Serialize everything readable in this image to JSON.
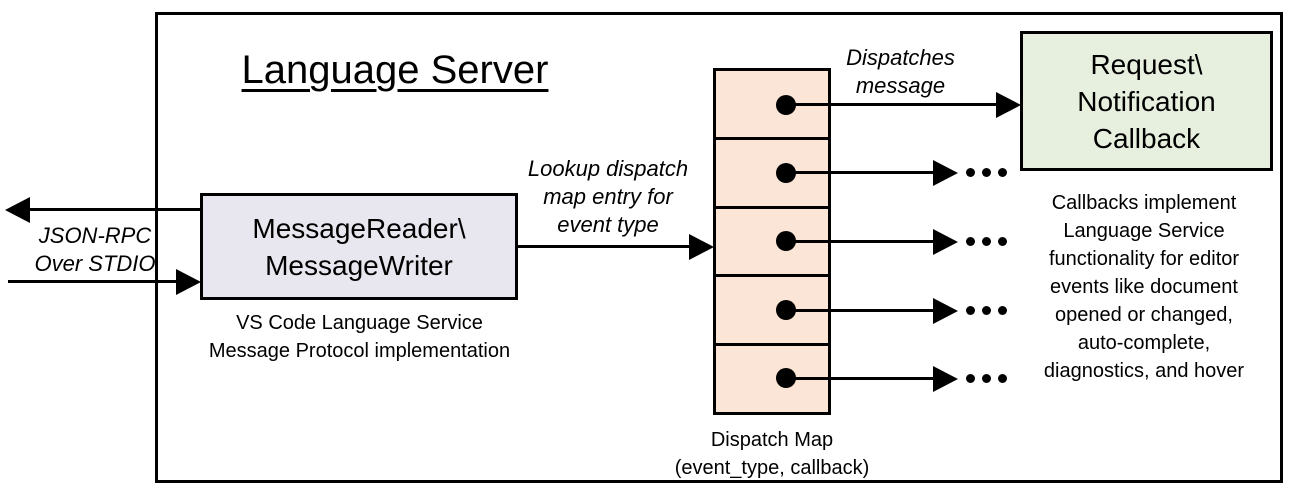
{
  "diagram": {
    "title": "Language Server"
  },
  "io_channel": {
    "label": "JSON-RPC\nOver STDIO"
  },
  "message_box": {
    "label": "MessageReader\\\nMessageWriter",
    "caption": "VS Code Language Service\nMessage Protocol implementation",
    "fill": "#e8e6ee"
  },
  "lookup_arrow": {
    "label": "Lookup dispatch\nmap entry for\nevent type"
  },
  "dispatch_map": {
    "caption": "Dispatch Map\n(event_type, callback)",
    "cell_count": 5,
    "fill": "#fbe5d6",
    "ellipsis": "..."
  },
  "dispatch_arrow": {
    "label": "Dispatches\nmessage"
  },
  "callback_box": {
    "label": "Request\\\nNotification\nCallback",
    "fill": "#e7efdf"
  },
  "callback_note": "Callbacks implement\nLanguage Service\nfunctionality for editor\nevents like document\nopened or changed,\nauto-complete,\ndiagnostics, and hover",
  "colors": {
    "line": "#000000",
    "background": "#ffffff"
  }
}
